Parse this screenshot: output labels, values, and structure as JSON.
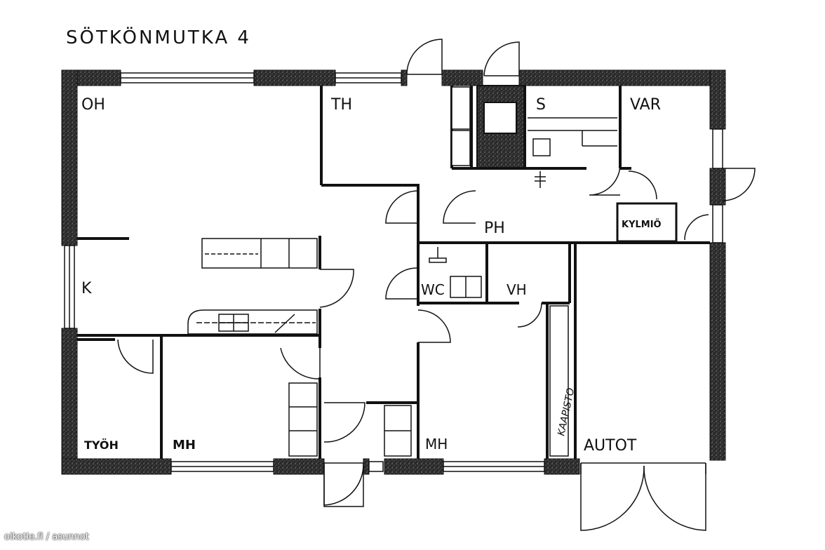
{
  "title": "SÖTKÖNMUTKA  4",
  "rooms": {
    "oh": "OH",
    "th": "TH",
    "s": "S",
    "var": "VAR",
    "ph": "PH",
    "kylmio": "KYLMIÖ",
    "k": "K",
    "wc": "WC",
    "vh": "VH",
    "tyoh": "TYÖH",
    "mh1": "MH",
    "mh2": "MH",
    "autot": "AUTOT",
    "kaapisto": "KAAPISTO"
  },
  "watermark": "oikotie.fi / asunnot",
  "colors": {
    "wall": "#222222",
    "line": "#111111",
    "background": "#ffffff"
  }
}
